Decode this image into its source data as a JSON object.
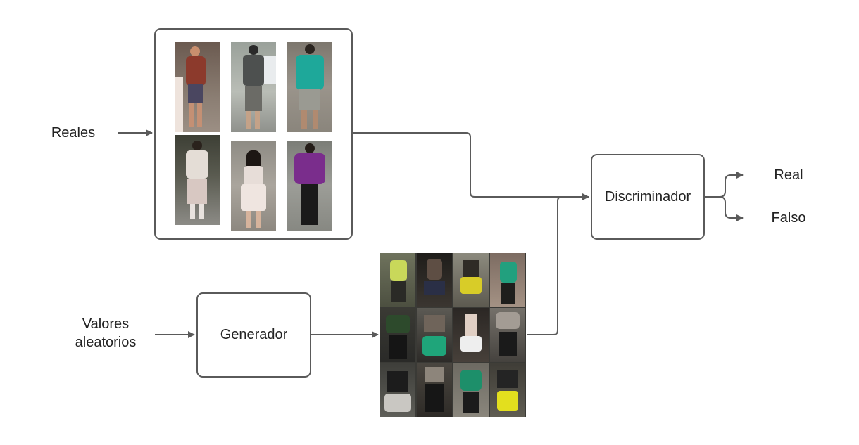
{
  "labels": {
    "reales": "Reales",
    "valores_line1": "Valores",
    "valores_line2": "aleatorios",
    "generador": "Generador",
    "discriminador": "Discriminador",
    "real": "Real",
    "falso": "Falso"
  },
  "colors": {
    "line": "#5a5a5a",
    "box_border": "#5a5a5a",
    "text": "#222222"
  }
}
